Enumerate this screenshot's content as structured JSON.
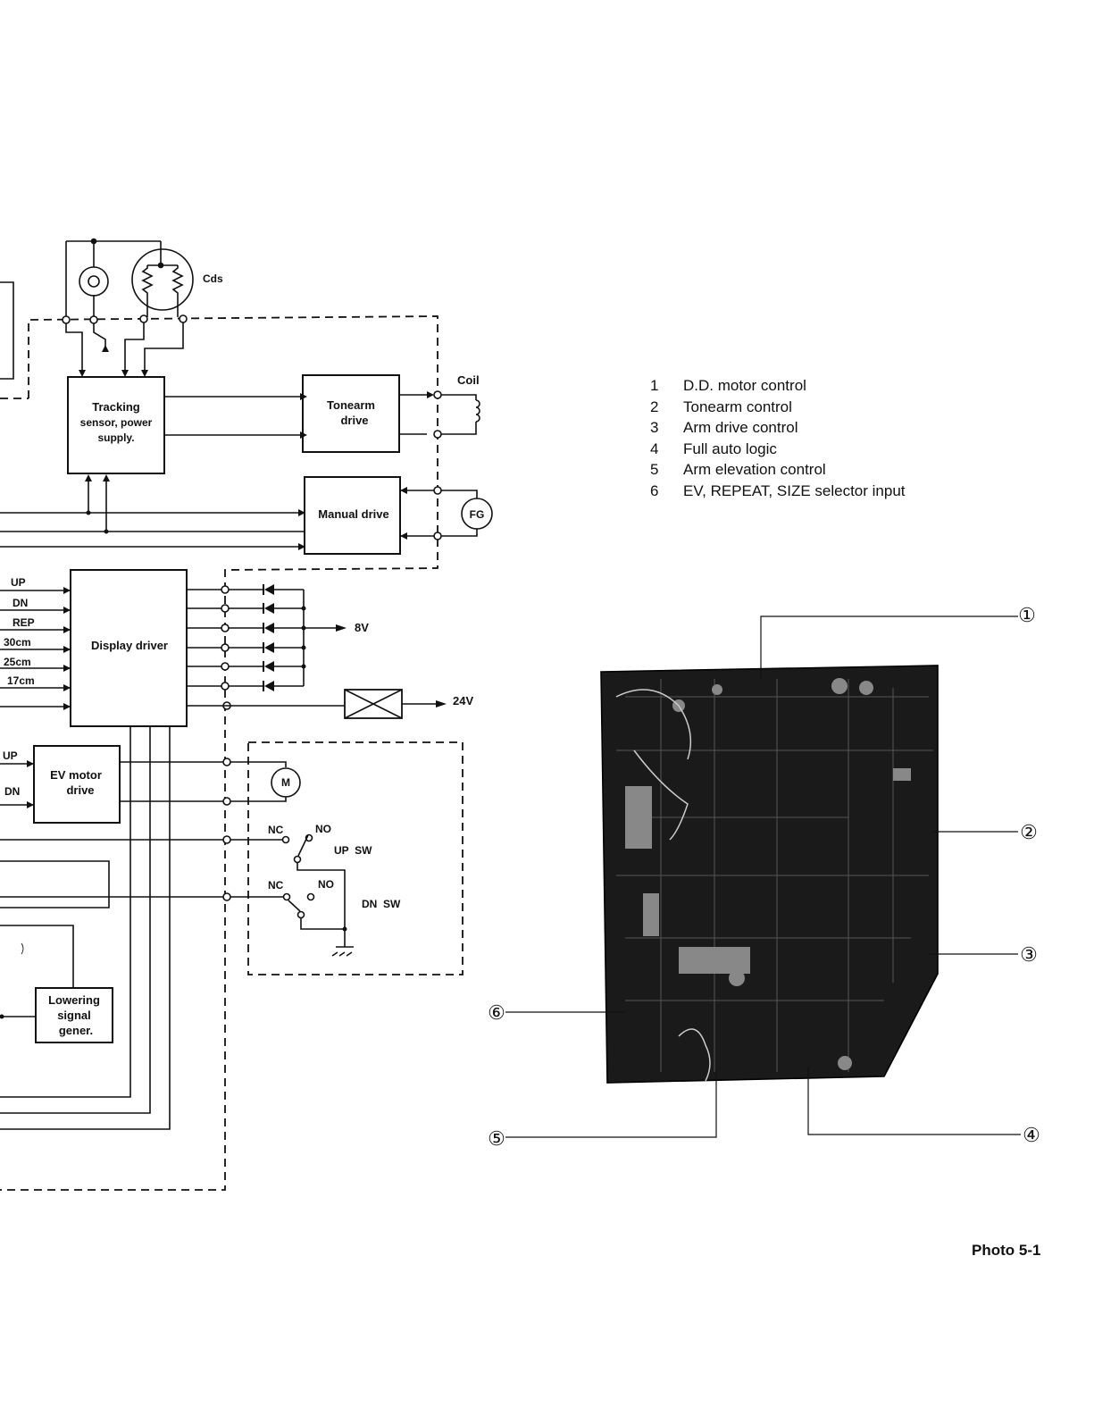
{
  "diagram": {
    "cds_label": "Cds",
    "coil_label": "Coil",
    "fg_label": "FG",
    "motor_label": "M",
    "v8_label": "8V",
    "v24_label": "24V",
    "tracking_block": [
      "Tracking",
      "sensor, power",
      "supply."
    ],
    "tonearm_block": [
      "Tonearm",
      "drive"
    ],
    "manual_block": "Manual drive",
    "display_block": "Display driver",
    "ev_block": [
      "EV motor",
      "drive"
    ],
    "lowering_block": [
      "Lowering",
      "signal",
      "gener."
    ],
    "display_inputs": [
      "UP",
      "DN",
      "REP",
      "30cm",
      "25cm",
      "17cm"
    ],
    "ev_inputs": [
      "UP",
      "DN"
    ],
    "switch_nc": "NC",
    "switch_no": "NO",
    "up_sw": "UP  SW",
    "dn_sw": "DN  SW"
  },
  "legend": [
    {
      "num": "1",
      "text": "D.D. motor control"
    },
    {
      "num": "2",
      "text": "Tonearm control"
    },
    {
      "num": "3",
      "text": "Arm drive control"
    },
    {
      "num": "4",
      "text": "Full auto logic"
    },
    {
      "num": "5",
      "text": "Arm elevation control"
    },
    {
      "num": "6",
      "text": "EV, REPEAT, SIZE selector input"
    }
  ],
  "callouts": [
    "①",
    "②",
    "③",
    "④",
    "⑤",
    "⑥"
  ],
  "caption": "Photo 5-1"
}
